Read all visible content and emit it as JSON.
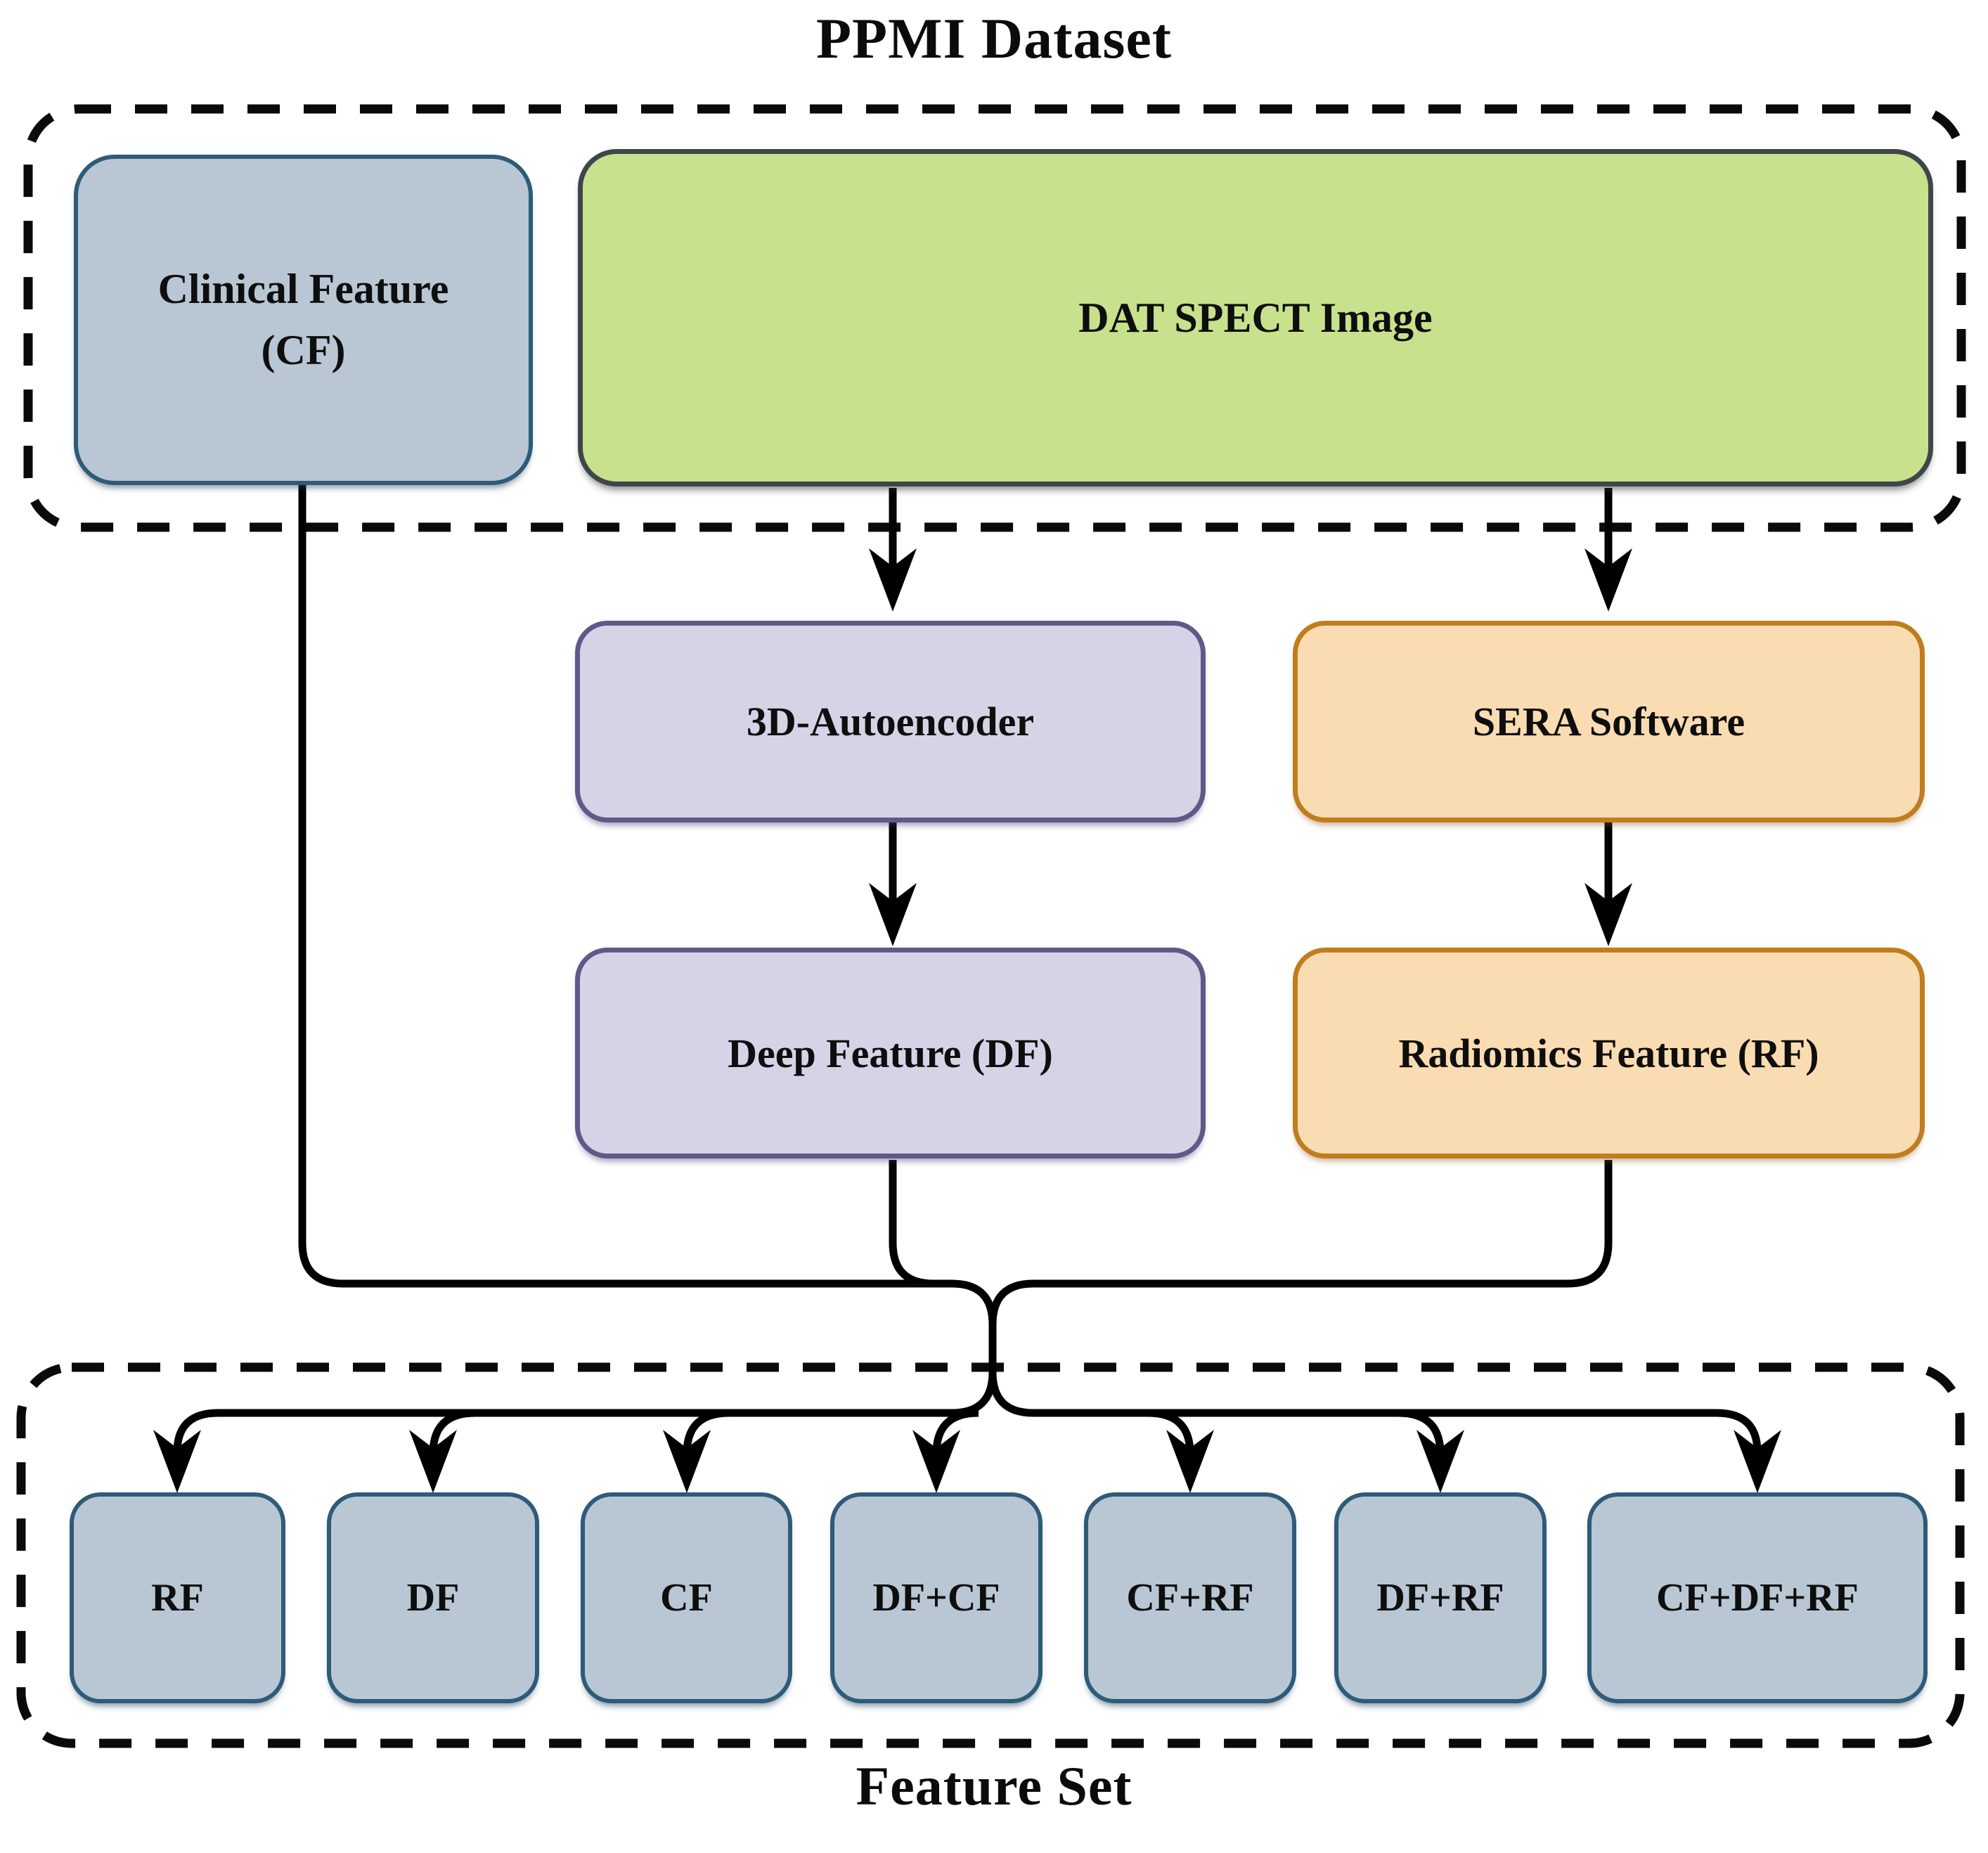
{
  "diagram": {
    "title": "PPMI Dataset",
    "bottom_label": "Feature Set",
    "dataset_group": {
      "clinical_feature": {
        "line1": "Clinical Feature",
        "line2": "(CF)"
      },
      "dat_spect": {
        "label": "DAT SPECT Image"
      }
    },
    "processing": {
      "autoencoder": {
        "label": "3D-Autoencoder"
      },
      "sera": {
        "label": "SERA Software"
      },
      "deep_feature": {
        "label": "Deep Feature (DF)"
      },
      "radiomics_feature": {
        "label": "Radiomics Feature (RF)"
      }
    },
    "feature_sets": [
      "RF",
      "DF",
      "CF",
      "DF+CF",
      "CF+RF",
      "DF+RF",
      "CF+DF+RF"
    ],
    "colors": {
      "clinical_fill": "#b8c7d3",
      "clinical_border": "#2e5b78",
      "image_fill": "#c8e18c",
      "image_border": "#3f464a",
      "deep_fill": "#d6d3e7",
      "deep_border": "#5d5a8a",
      "radiomics_fill": "#f9dcb2",
      "radiomics_border": "#c17d1d",
      "line": "#000000"
    }
  }
}
